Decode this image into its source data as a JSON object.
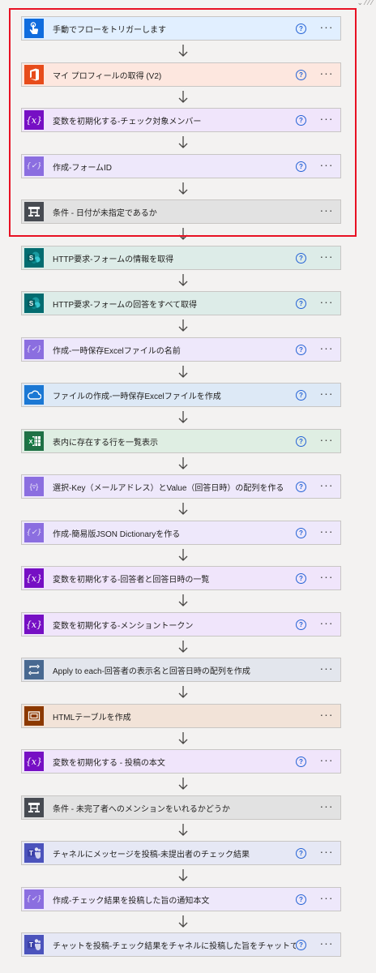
{
  "steps": [
    {
      "title": "手動でフローをトリガーします",
      "bg": "#e1efff",
      "icon_bg": "#0f6cde",
      "icon": "hand-touch-icon",
      "help": true
    },
    {
      "title": "マイ プロフィールの取得 (V2)",
      "bg": "#fde7df",
      "icon_bg": "#e74c1b",
      "icon": "office-icon",
      "help": true
    },
    {
      "title": "変数を初期化する-チェック対象メンバー",
      "bg": "#f0e5fb",
      "icon_bg": "#760fc4",
      "icon": "variable-icon",
      "help": true
    },
    {
      "title": "作成-フォームID",
      "bg": "#eee8fb",
      "icon_bg": "#8b6ee0",
      "icon": "compose-icon",
      "help": true
    },
    {
      "title": "条件 - 日付が未指定であるか",
      "bg": "#e2e2e2",
      "icon_bg": "#474b52",
      "icon": "condition-icon",
      "help": false
    },
    {
      "title": "HTTP要求-フォームの情報を取得",
      "bg": "#ddece8",
      "icon_bg": "#036c70",
      "icon": "sharepoint-icon",
      "help": true
    },
    {
      "title": "HTTP要求-フォームの回答をすべて取得",
      "bg": "#ddece8",
      "icon_bg": "#036c70",
      "icon": "sharepoint-icon",
      "help": true
    },
    {
      "title": "作成-一時保存Excelファイルの名前",
      "bg": "#eee8fb",
      "icon_bg": "#8b6ee0",
      "icon": "compose-icon",
      "help": true
    },
    {
      "title": "ファイルの作成-一時保存Excelファイルを作成",
      "bg": "#dde9f6",
      "icon_bg": "#1b78d4",
      "icon": "onedrive-icon",
      "help": true
    },
    {
      "title": "表内に存在する行を一覧表示",
      "bg": "#dfeee3",
      "icon_bg": "#1e7145",
      "icon": "excel-icon",
      "help": true
    },
    {
      "title": "選択-Key（メールアドレス）とValue（回答日時）の配列を作る",
      "bg": "#eee8fb",
      "icon_bg": "#8b6ee0",
      "icon": "select-icon",
      "help": true
    },
    {
      "title": "作成-簡易版JSON Dictionaryを作る",
      "bg": "#eee8fb",
      "icon_bg": "#8b6ee0",
      "icon": "compose-icon",
      "help": true
    },
    {
      "title": "変数を初期化する-回答者と回答日時の一覧",
      "bg": "#f0e5fb",
      "icon_bg": "#760fc4",
      "icon": "variable-icon",
      "help": true
    },
    {
      "title": "変数を初期化する-メンショントークン",
      "bg": "#f0e5fb",
      "icon_bg": "#760fc4",
      "icon": "variable-icon",
      "help": true
    },
    {
      "title": "Apply to each-回答者の表示名と回答日時の配列を作成",
      "bg": "#e3e6ed",
      "icon_bg": "#486991",
      "icon": "loop-icon",
      "help": false
    },
    {
      "title": "HTMLテーブルを作成",
      "bg": "#f2e3d8",
      "icon_bg": "#8c3900",
      "icon": "table-icon",
      "help": false
    },
    {
      "title": "変数を初期化する - 投稿の本文",
      "bg": "#f0e5fb",
      "icon_bg": "#760fc4",
      "icon": "variable-icon",
      "help": true
    },
    {
      "title": "条件 - 未完了者へのメンションをいれるかどうか",
      "bg": "#e2e2e2",
      "icon_bg": "#474b52",
      "icon": "condition-icon",
      "help": false
    },
    {
      "title": "チャネルにメッセージを投稿-未提出者のチェック結果",
      "bg": "#e6e8f5",
      "icon_bg": "#4b53bc",
      "icon": "teams-icon",
      "help": true
    },
    {
      "title": "作成-チェック結果を投稿した旨の通知本文",
      "bg": "#eee8fb",
      "icon_bg": "#8b6ee0",
      "icon": "compose-icon",
      "help": true
    },
    {
      "title": "チャットを投稿-チェック結果をチャネルに投稿した旨をチャットで通知",
      "bg": "#e6e8f5",
      "icon_bg": "#4b53bc",
      "icon": "teams-icon",
      "help": true
    }
  ],
  "labels": {
    "help": "?",
    "more": "···"
  }
}
